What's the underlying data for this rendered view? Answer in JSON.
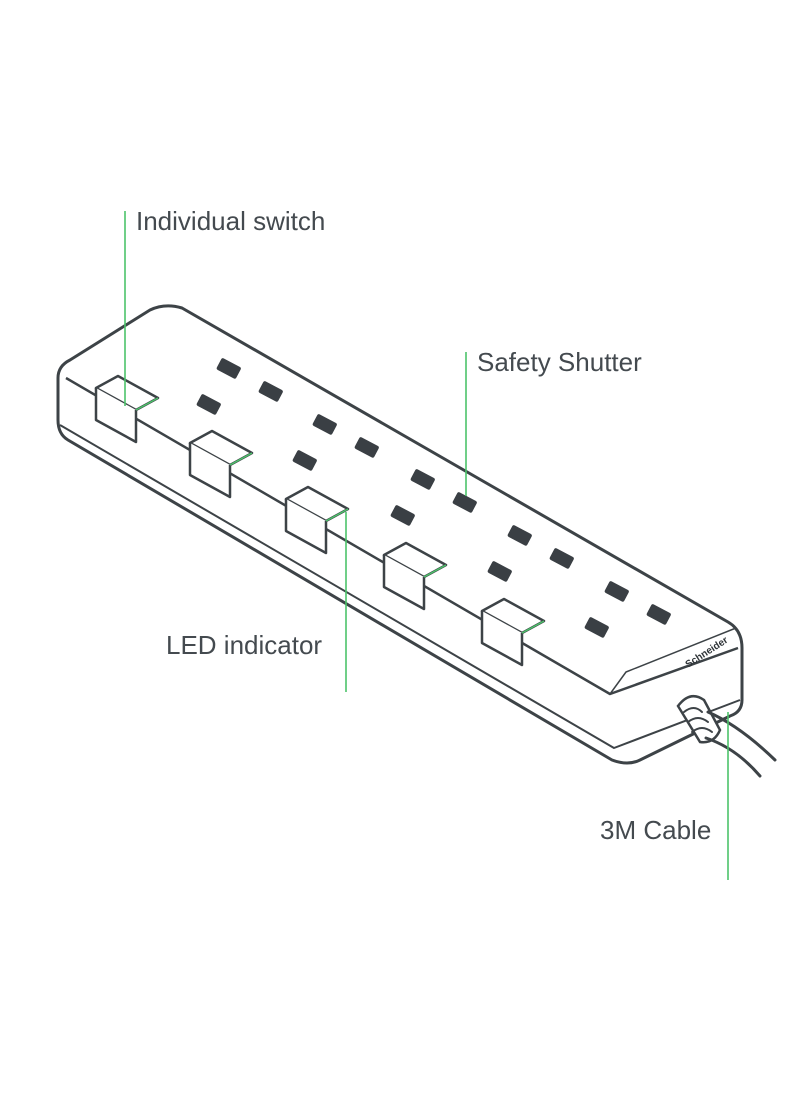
{
  "callouts": {
    "individual_switch": "Individual switch",
    "safety_shutter": "Safety Shutter",
    "led_indicator": "LED indicator",
    "cable": "3M Cable"
  },
  "brand": {
    "name": "Schneider"
  },
  "colors": {
    "leader_line": "#4cc36a",
    "outline": "#3d4347",
    "socket": "#3a3f44",
    "label_text": "#444a4f"
  },
  "socket_count": 5
}
